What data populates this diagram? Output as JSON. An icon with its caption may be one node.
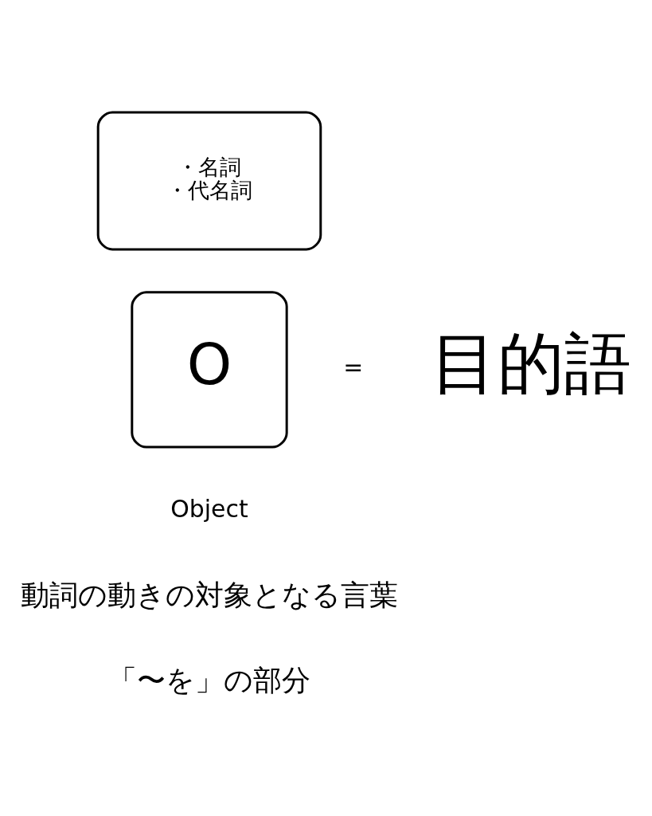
{
  "diagram": {
    "nodes": [
      {
        "text": [
          "・名詞",
          "・代名詞"
        ]
      },
      {
        "text": [
          "O"
        ],
        "beside": [
          "Object"
        ]
      }
    ],
    "labels": [
      "=",
      "目的語",
      "動詞の動きの対象となる言葉",
      "「〜を」の部分"
    ]
  }
}
